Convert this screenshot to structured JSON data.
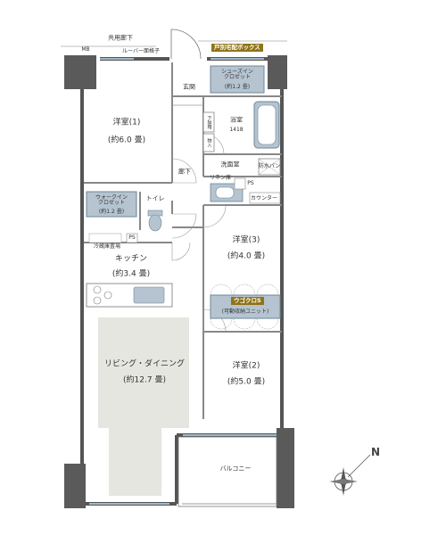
{
  "labels": {
    "corridor": "共用廊下",
    "louver": "ルーバー面格子",
    "mb": "MB",
    "delivery_box": "戸別宅配ボックス",
    "shoes_closet": "シューズイン\nクロゼット",
    "shoes_closet_size": "(約1.2 畳)",
    "genkan": "玄関",
    "yoshitsu1": "洋室(1)",
    "yoshitsu1_size": "(約6.0 畳)",
    "bathroom": "浴室",
    "bath_size": "1418",
    "shoe_rack": "下駄箱",
    "storage": "物入",
    "hallway": "廊下",
    "washroom": "洗面室",
    "waterproof_pan": "防水パン",
    "linen": "リネン庫",
    "ps1": "PS",
    "ps2": "PS",
    "counter": "カウンター",
    "wic": "ウォークイン\nクロゼット",
    "wic_size": "(約1.2 畳)",
    "toilet": "トイレ",
    "fridge": "冷蔵庫置場",
    "kitchen": "キッチン",
    "kitchen_size": "(約3.4 畳)",
    "yoshitsu3": "洋室(3)",
    "yoshitsu3_size": "(約4.0 畳)",
    "wkuros": "ウゴクロS",
    "wkuros_sub": "(可動収納ユニット)",
    "living": "リビング・ダイニング",
    "living_size": "(約12.7 畳)",
    "yoshitsu2": "洋室(2)",
    "yoshitsu2_size": "(約5.0 畳)",
    "balcony": "バルコニー",
    "north": "N"
  },
  "colors": {
    "wall": "#555555",
    "column": "#5a5a5a",
    "interior": "#888888",
    "living_floor": "#e4e6df",
    "fixture": "#b5c4d0",
    "storage": "#8ea3ad",
    "accent": "#8f7418",
    "window": "#9fb8c8"
  }
}
